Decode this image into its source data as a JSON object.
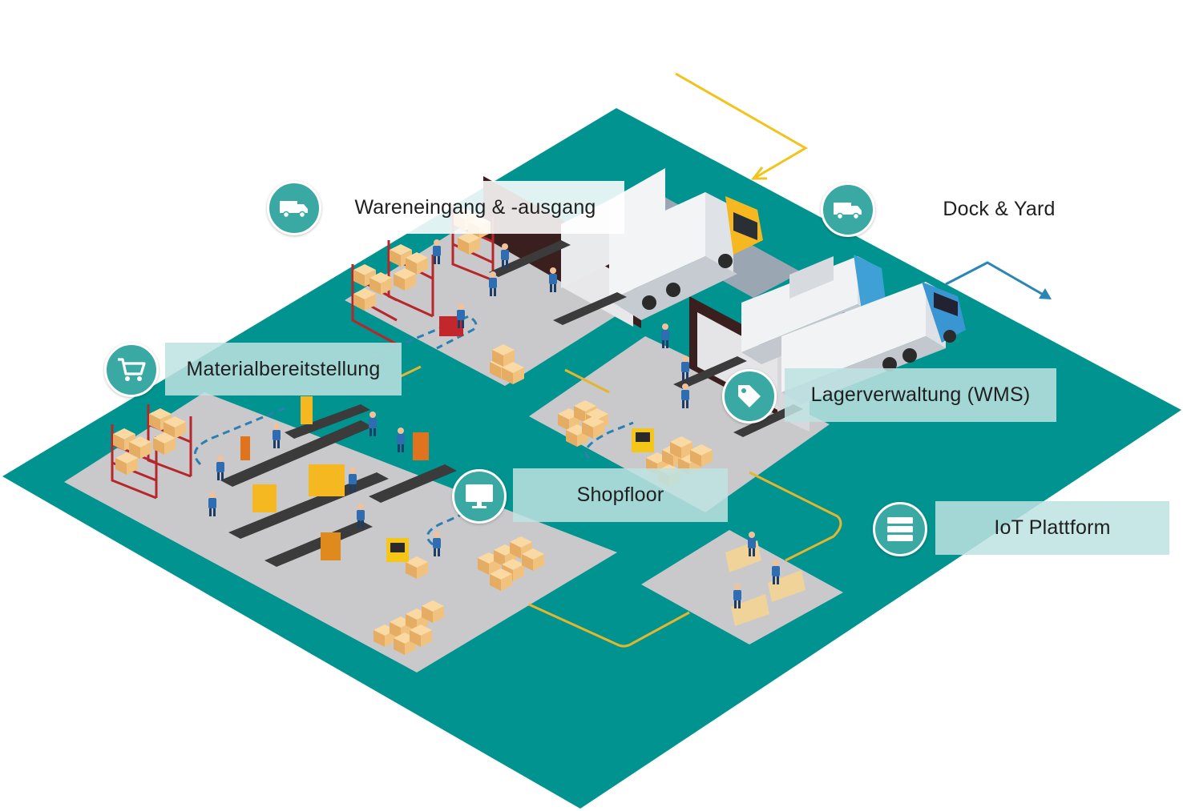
{
  "labels": {
    "wareneingang": "Wareneingang & -ausgang",
    "dock": "Dock & Yard",
    "material": "Materialbereitstellung",
    "wms": "Lagerverwaltung (WMS)",
    "shopfloor": "Shopfloor",
    "iot": "IoT Plattform"
  },
  "icons": {
    "wareneingang": "truck-icon",
    "dock": "truck-icon",
    "material": "shopping-cart-icon",
    "wms": "price-tag-icon",
    "shopfloor": "monitor-icon",
    "iot": "server-icon"
  },
  "colors": {
    "ground": "#00938f",
    "floor": "#c9c9cb",
    "badge": "#3aa9a3",
    "path_gold": "#e3b62f",
    "path_blue": "#2f7fae",
    "arrow_yellow": "#f2c31b",
    "arrow_blue": "#2a86b4",
    "box": "#f2c27c",
    "rack": "#b7262b"
  }
}
